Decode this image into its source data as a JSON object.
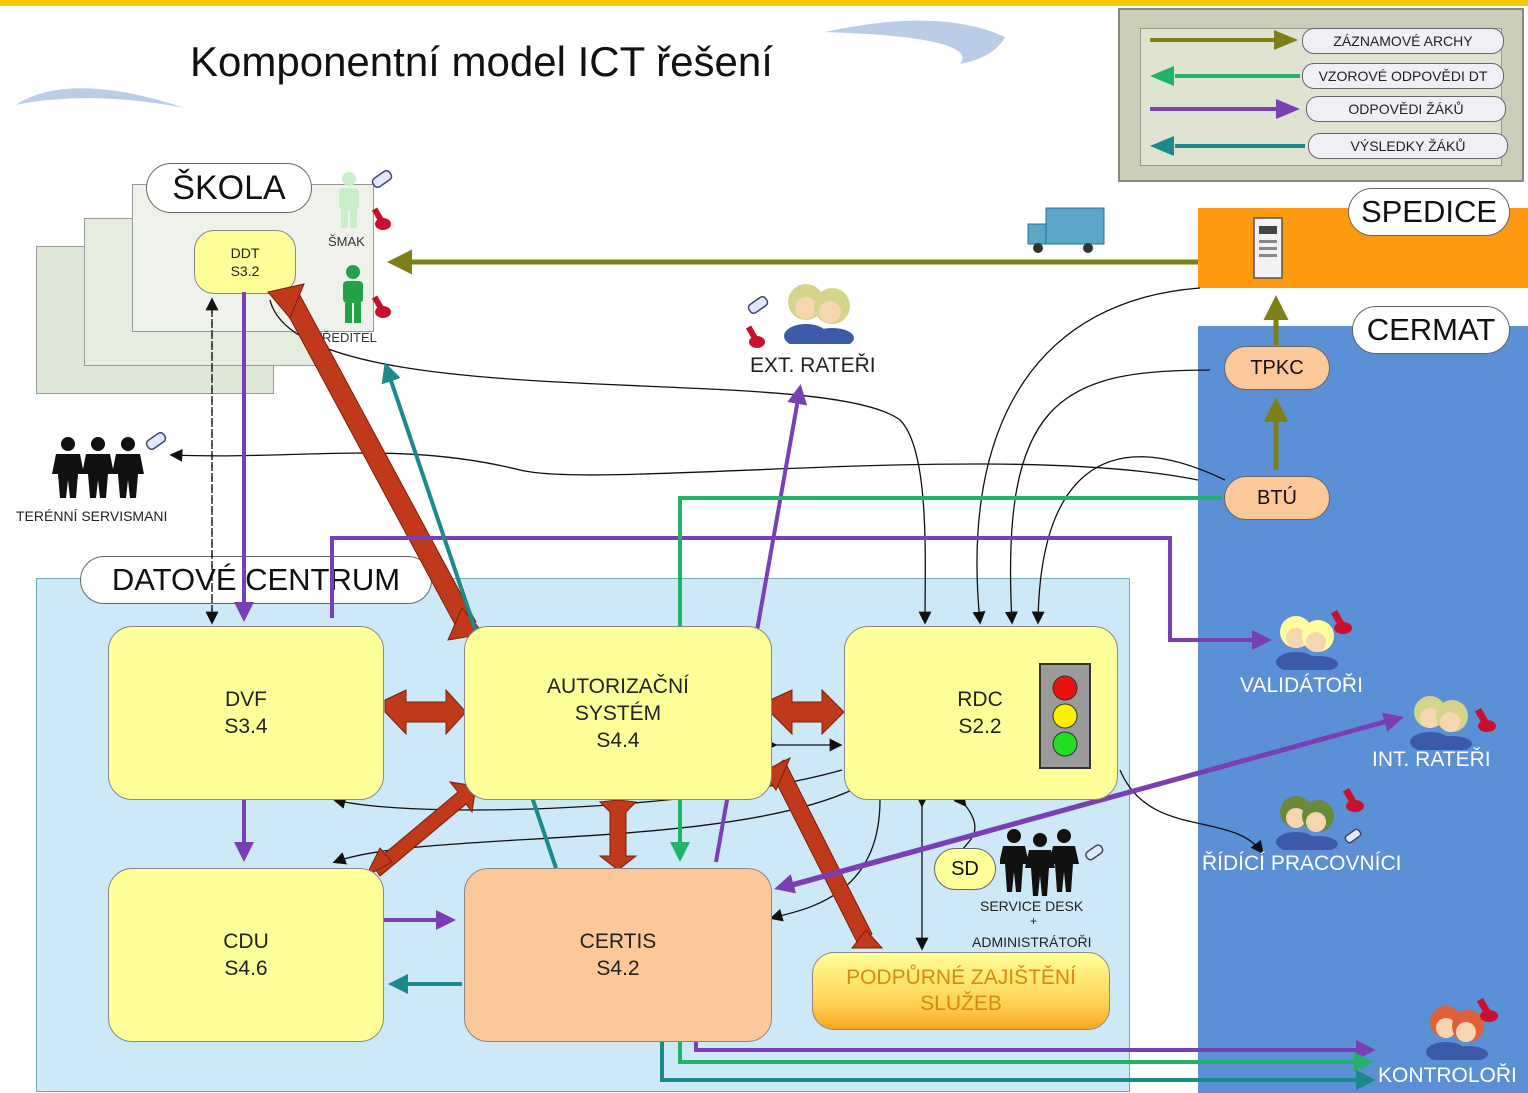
{
  "title": "Komponentní model ICT řešení",
  "legend": {
    "items": [
      {
        "label": "ZÁZNAMOVÉ ARCHY",
        "color": "#7f7f1a"
      },
      {
        "label": "VZOROVÉ ODPOVĚDI DT",
        "color": "#22b36a"
      },
      {
        "label": "ODPOVĚDI ŽÁKŮ",
        "color": "#7a3fb5"
      },
      {
        "label": "VÝSLEDKY ŽÁKŮ",
        "color": "#1a8a8a"
      }
    ]
  },
  "skola": {
    "label": "ŠKOLA",
    "ddt": {
      "line1": "DDT",
      "line2": "S3.2"
    },
    "smak": "ŠMAK",
    "reditel": "ŘEDITEL"
  },
  "spedice": {
    "label": "SPEDICE"
  },
  "cermat": {
    "label": "CERMAT",
    "tpkc": "TPKC",
    "btu": "BTÚ",
    "validatori": "VALIDÁTOŘI",
    "int_rateri": "INT. RATEŘI",
    "ridici": "ŘÍDÍCÍ PRACOVNÍCI",
    "kontrolori": "KONTROLOŘI"
  },
  "ext_rateri": "EXT. RATEŘI",
  "terenni": "TERÉNNÍ SERVISMANI",
  "datove_centrum": {
    "label": "DATOVÉ CENTRUM",
    "dvf": {
      "line1": "DVF",
      "line2": "S3.4"
    },
    "autorizacni": {
      "line1": "AUTORIZAČNÍ",
      "line2": "SYSTÉM",
      "line3": "S4.4"
    },
    "rdc": {
      "line1": "RDC",
      "line2": "S2.2"
    },
    "cdu": {
      "line1": "CDU",
      "line2": "S4.6"
    },
    "certis": {
      "line1": "CERTIS",
      "line2": "S4.2"
    },
    "sd": "SD",
    "service_desk": {
      "line1": "SERVICE DESK",
      "line2": "+",
      "line3": "ADMINISTRÁTOŘI"
    },
    "podpurne": {
      "line1": "PODPŮRNÉ ZAJIŠTĚNÍ",
      "line2": "SLUŽEB"
    }
  },
  "colors": {
    "olive": "#7f7f1a",
    "green": "#22b36a",
    "purple": "#7a3fb5",
    "teal": "#1a8a8a",
    "red_brown": "#c0391b"
  }
}
